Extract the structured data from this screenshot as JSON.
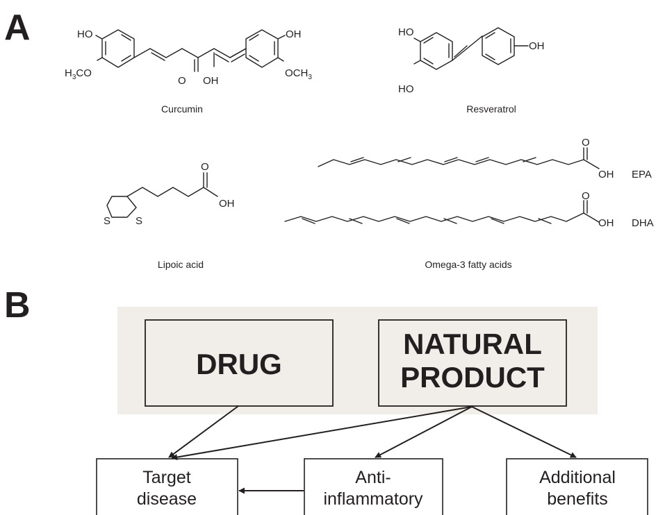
{
  "panels": {
    "a": "A",
    "b": "B"
  },
  "molecules": {
    "curcumin": {
      "name": "Curcumin",
      "atoms": {
        "ho_left": "HO",
        "h3co_h": "H",
        "h3co_3": "3",
        "h3co_co": "CO",
        "oh_right": "OH",
        "och3_och": "OCH",
        "och3_3": "3",
        "ketone_o": "O",
        "enol_oh": "OH"
      }
    },
    "resveratrol": {
      "name": "Resveratrol",
      "atoms": {
        "ho_top": "HO",
        "ho_bottom": "HO",
        "oh_right": "OH"
      }
    },
    "lipoic_acid": {
      "name": "Lipoic acid",
      "atoms": {
        "s1": "S",
        "s2": "S",
        "o": "O",
        "oh": "OH"
      }
    },
    "omega3": {
      "name": "Omega-3 fatty acids",
      "epa": {
        "label": "EPA",
        "o": "O",
        "oh": "OH"
      },
      "dha": {
        "label": "DHA",
        "o": "O",
        "oh": "OH"
      }
    }
  },
  "diagram": {
    "drug": "DRUG",
    "natural_product_line1": "NATURAL",
    "natural_product_line2": "PRODUCT",
    "target_line1": "Target",
    "target_line2": "disease",
    "anti_line1": "Anti-",
    "anti_line2": "inflammatory",
    "benefits_line1": "Additional",
    "benefits_line2": "benefits"
  },
  "colors": {
    "ink": "#231f20",
    "highlight_background": "#f1ede8"
  }
}
